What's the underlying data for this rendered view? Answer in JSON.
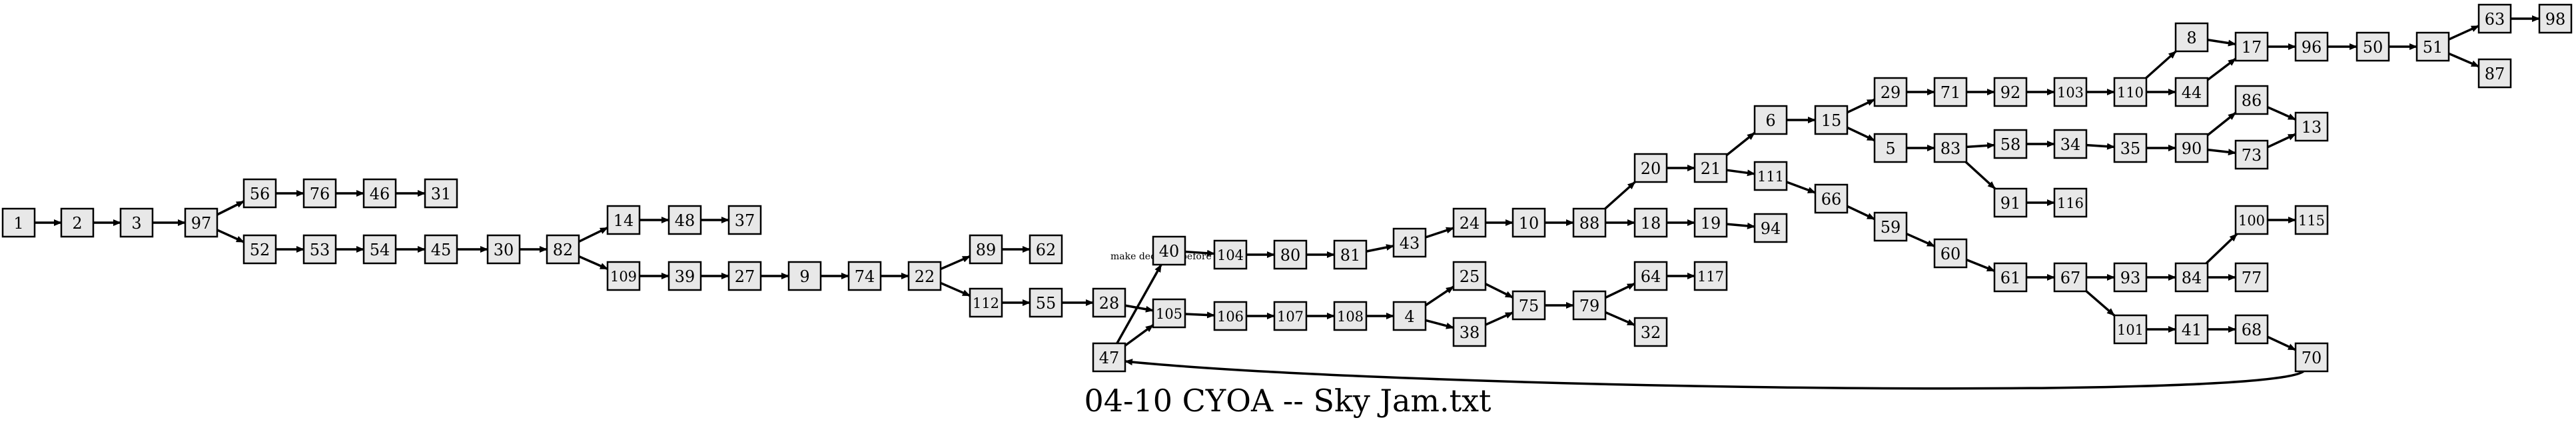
{
  "title": "04-10 CYOA -- Sky Jam.txt",
  "colors": {
    "node_fill": "#e8e8e8",
    "stroke": "#000000",
    "background": "#ffffff"
  },
  "nodes": [
    {
      "id": "1"
    },
    {
      "id": "2"
    },
    {
      "id": "3"
    },
    {
      "id": "97"
    },
    {
      "id": "56"
    },
    {
      "id": "76"
    },
    {
      "id": "46"
    },
    {
      "id": "31"
    },
    {
      "id": "52"
    },
    {
      "id": "53"
    },
    {
      "id": "54"
    },
    {
      "id": "45"
    },
    {
      "id": "30"
    },
    {
      "id": "82"
    },
    {
      "id": "14"
    },
    {
      "id": "48"
    },
    {
      "id": "37"
    },
    {
      "id": "109"
    },
    {
      "id": "39"
    },
    {
      "id": "27"
    },
    {
      "id": "9"
    },
    {
      "id": "74"
    },
    {
      "id": "22"
    },
    {
      "id": "89"
    },
    {
      "id": "62"
    },
    {
      "id": "112"
    },
    {
      "id": "55"
    },
    {
      "id": "28"
    },
    {
      "id": "40"
    },
    {
      "id": "105"
    },
    {
      "id": "47"
    },
    {
      "id": "104"
    },
    {
      "id": "80"
    },
    {
      "id": "81"
    },
    {
      "id": "43"
    },
    {
      "id": "24"
    },
    {
      "id": "10"
    },
    {
      "id": "88"
    },
    {
      "id": "106"
    },
    {
      "id": "107"
    },
    {
      "id": "108"
    },
    {
      "id": "4"
    },
    {
      "id": "25"
    },
    {
      "id": "38"
    },
    {
      "id": "75"
    },
    {
      "id": "79"
    },
    {
      "id": "64"
    },
    {
      "id": "117"
    },
    {
      "id": "32"
    },
    {
      "id": "20"
    },
    {
      "id": "21"
    },
    {
      "id": "18"
    },
    {
      "id": "19"
    },
    {
      "id": "94"
    },
    {
      "id": "6"
    },
    {
      "id": "111"
    },
    {
      "id": "15"
    },
    {
      "id": "29"
    },
    {
      "id": "71"
    },
    {
      "id": "92"
    },
    {
      "id": "103"
    },
    {
      "id": "110"
    },
    {
      "id": "8"
    },
    {
      "id": "44"
    },
    {
      "id": "17"
    },
    {
      "id": "96"
    },
    {
      "id": "50"
    },
    {
      "id": "51"
    },
    {
      "id": "63"
    },
    {
      "id": "98"
    },
    {
      "id": "87"
    },
    {
      "id": "5"
    },
    {
      "id": "83"
    },
    {
      "id": "58"
    },
    {
      "id": "34"
    },
    {
      "id": "35"
    },
    {
      "id": "90"
    },
    {
      "id": "86"
    },
    {
      "id": "73"
    },
    {
      "id": "13"
    },
    {
      "id": "91"
    },
    {
      "id": "116"
    },
    {
      "id": "66"
    },
    {
      "id": "59"
    },
    {
      "id": "60"
    },
    {
      "id": "61"
    },
    {
      "id": "67"
    },
    {
      "id": "93"
    },
    {
      "id": "84"
    },
    {
      "id": "100"
    },
    {
      "id": "115"
    },
    {
      "id": "77"
    },
    {
      "id": "101"
    },
    {
      "id": "41"
    },
    {
      "id": "68"
    },
    {
      "id": "70"
    }
  ],
  "edges": [
    {
      "from": "1",
      "to": "2"
    },
    {
      "from": "2",
      "to": "3"
    },
    {
      "from": "3",
      "to": "97"
    },
    {
      "from": "97",
      "to": "56"
    },
    {
      "from": "97",
      "to": "52"
    },
    {
      "from": "56",
      "to": "76"
    },
    {
      "from": "76",
      "to": "46"
    },
    {
      "from": "46",
      "to": "31"
    },
    {
      "from": "52",
      "to": "53"
    },
    {
      "from": "53",
      "to": "54"
    },
    {
      "from": "54",
      "to": "45"
    },
    {
      "from": "45",
      "to": "30"
    },
    {
      "from": "30",
      "to": "82"
    },
    {
      "from": "82",
      "to": "14"
    },
    {
      "from": "82",
      "to": "109"
    },
    {
      "from": "14",
      "to": "48"
    },
    {
      "from": "48",
      "to": "37"
    },
    {
      "from": "109",
      "to": "39"
    },
    {
      "from": "39",
      "to": "27"
    },
    {
      "from": "27",
      "to": "9"
    },
    {
      "from": "9",
      "to": "74"
    },
    {
      "from": "74",
      "to": "22"
    },
    {
      "from": "22",
      "to": "89"
    },
    {
      "from": "22",
      "to": "112"
    },
    {
      "from": "89",
      "to": "62"
    },
    {
      "from": "112",
      "to": "55"
    },
    {
      "from": "55",
      "to": "28"
    },
    {
      "from": "28",
      "to": "105"
    },
    {
      "from": "47",
      "to": "40",
      "label": "make decision before"
    },
    {
      "from": "47",
      "to": "105"
    },
    {
      "from": "40",
      "to": "104"
    },
    {
      "from": "104",
      "to": "80"
    },
    {
      "from": "80",
      "to": "81"
    },
    {
      "from": "81",
      "to": "43"
    },
    {
      "from": "43",
      "to": "24"
    },
    {
      "from": "24",
      "to": "10"
    },
    {
      "from": "10",
      "to": "88"
    },
    {
      "from": "105",
      "to": "106"
    },
    {
      "from": "106",
      "to": "107"
    },
    {
      "from": "107",
      "to": "108"
    },
    {
      "from": "108",
      "to": "4"
    },
    {
      "from": "4",
      "to": "25"
    },
    {
      "from": "4",
      "to": "38"
    },
    {
      "from": "25",
      "to": "75"
    },
    {
      "from": "38",
      "to": "75"
    },
    {
      "from": "75",
      "to": "79"
    },
    {
      "from": "79",
      "to": "64"
    },
    {
      "from": "79",
      "to": "32"
    },
    {
      "from": "64",
      "to": "117"
    },
    {
      "from": "88",
      "to": "20"
    },
    {
      "from": "88",
      "to": "18"
    },
    {
      "from": "20",
      "to": "21"
    },
    {
      "from": "18",
      "to": "19"
    },
    {
      "from": "19",
      "to": "94"
    },
    {
      "from": "21",
      "to": "6"
    },
    {
      "from": "21",
      "to": "111"
    },
    {
      "from": "6",
      "to": "15"
    },
    {
      "from": "15",
      "to": "29"
    },
    {
      "from": "15",
      "to": "5"
    },
    {
      "from": "29",
      "to": "71"
    },
    {
      "from": "71",
      "to": "92"
    },
    {
      "from": "92",
      "to": "103"
    },
    {
      "from": "103",
      "to": "110"
    },
    {
      "from": "110",
      "to": "8"
    },
    {
      "from": "110",
      "to": "44"
    },
    {
      "from": "8",
      "to": "17"
    },
    {
      "from": "44",
      "to": "17"
    },
    {
      "from": "17",
      "to": "96"
    },
    {
      "from": "96",
      "to": "50"
    },
    {
      "from": "50",
      "to": "51"
    },
    {
      "from": "51",
      "to": "63"
    },
    {
      "from": "51",
      "to": "87"
    },
    {
      "from": "63",
      "to": "98"
    },
    {
      "from": "5",
      "to": "83"
    },
    {
      "from": "83",
      "to": "58"
    },
    {
      "from": "83",
      "to": "91"
    },
    {
      "from": "58",
      "to": "34"
    },
    {
      "from": "34",
      "to": "35"
    },
    {
      "from": "35",
      "to": "90"
    },
    {
      "from": "90",
      "to": "86"
    },
    {
      "from": "90",
      "to": "73"
    },
    {
      "from": "86",
      "to": "13"
    },
    {
      "from": "73",
      "to": "13"
    },
    {
      "from": "91",
      "to": "116"
    },
    {
      "from": "111",
      "to": "66"
    },
    {
      "from": "66",
      "to": "59"
    },
    {
      "from": "59",
      "to": "60"
    },
    {
      "from": "60",
      "to": "61"
    },
    {
      "from": "61",
      "to": "67"
    },
    {
      "from": "67",
      "to": "93"
    },
    {
      "from": "67",
      "to": "101"
    },
    {
      "from": "93",
      "to": "84"
    },
    {
      "from": "84",
      "to": "100"
    },
    {
      "from": "84",
      "to": "77"
    },
    {
      "from": "100",
      "to": "115"
    },
    {
      "from": "101",
      "to": "41"
    },
    {
      "from": "41",
      "to": "68"
    },
    {
      "from": "68",
      "to": "70"
    },
    {
      "from": "70",
      "to": "47"
    }
  ]
}
